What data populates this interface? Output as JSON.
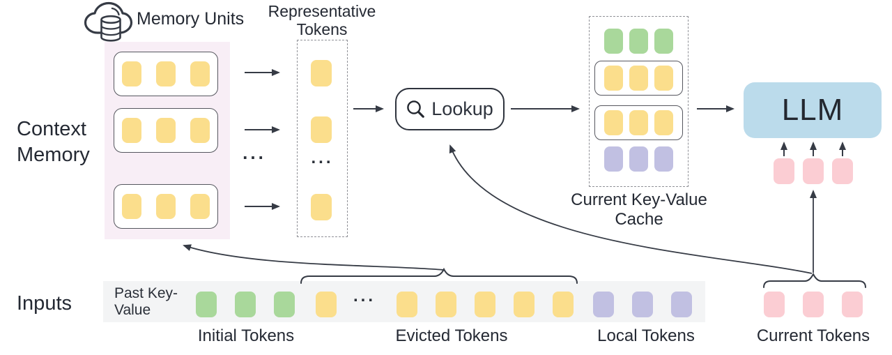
{
  "palette": {
    "yellow": "#FBDE8C",
    "green": "#A9D89B",
    "purple": "#C1C0E2",
    "pink": "#FBCDD3",
    "llm_blue": "#BBDBEB",
    "memory_panel_bg": "#F8EEF6",
    "inputs_panel_bg": "#F3F4F5",
    "stroke_dark": "#363B45",
    "text_dark": "#242933",
    "dash_gray": "#8F9096",
    "unit_border": "#55565E"
  },
  "context_memory": {
    "label": "Context Memory",
    "memory_units_label": "Memory Units",
    "ellipsis": "...",
    "units": [
      {
        "tokens": {
          "color": "yellow",
          "count": 3
        }
      },
      {
        "tokens": {
          "color": "yellow",
          "count": 3
        }
      },
      {
        "tokens": {
          "color": "yellow",
          "count": 3
        }
      }
    ]
  },
  "representative": {
    "label": "Representative Tokens",
    "ellipsis": "...",
    "token_groups": [
      {
        "color": "yellow",
        "count": 1
      },
      {
        "color": "yellow",
        "count": 1
      },
      {
        "color": "yellow",
        "count": 1
      }
    ]
  },
  "lookup": {
    "label": "Lookup",
    "icon": "magnifier-icon"
  },
  "cache": {
    "label": "Current Key-Value Cache",
    "rows": [
      {
        "color": "green",
        "count": 3,
        "boxed": false
      },
      {
        "color": "yellow",
        "count": 3,
        "boxed": true
      },
      {
        "color": "yellow",
        "count": 3,
        "boxed": true
      },
      {
        "color": "purple",
        "count": 3,
        "boxed": false
      }
    ]
  },
  "llm": {
    "label": "LLM",
    "input_tokens": {
      "color": "pink",
      "count": 3
    }
  },
  "inputs": {
    "label": "Inputs",
    "past_key_value_label": "Past Key-Value",
    "ellipsis": "...",
    "groups": {
      "initial": {
        "label": "Initial Tokens",
        "tokens": {
          "color": "green",
          "count": 3
        }
      },
      "evicted_head": {
        "color": "yellow",
        "count": 1
      },
      "evicted": {
        "label": "Evicted Tokens",
        "tokens": {
          "color": "yellow",
          "count": 5
        }
      },
      "local": {
        "label": "Local Tokens",
        "tokens": {
          "color": "purple",
          "count": 3
        }
      },
      "current": {
        "label": "Current Tokens",
        "tokens": {
          "color": "pink",
          "count": 3
        }
      }
    }
  }
}
